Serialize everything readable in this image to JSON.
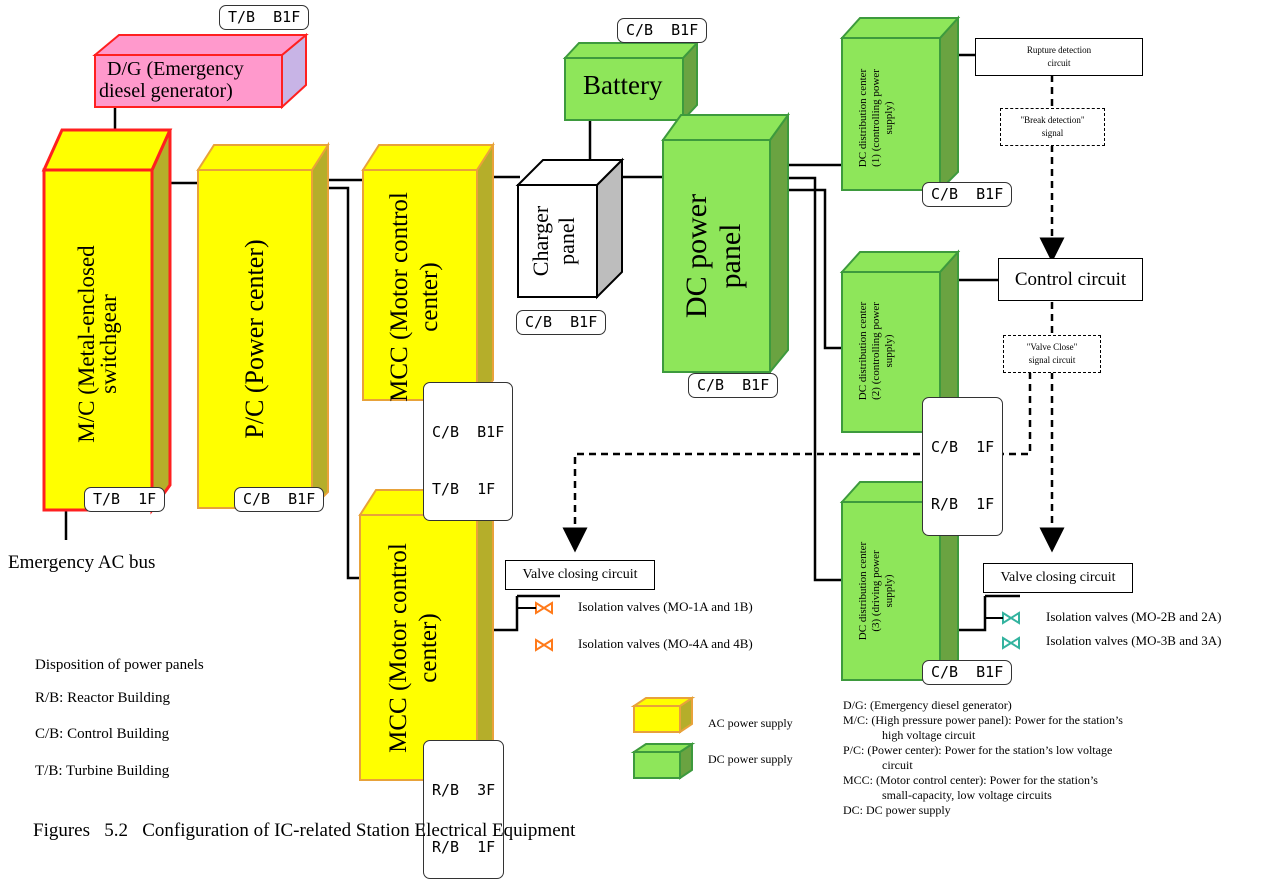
{
  "panels": {
    "mc": "M/C (Metal-enclosed switchgear",
    "pc": "P/C (Power center)",
    "mcc_upper": "MCC (Motor control center)",
    "mcc_lower": "MCC (Motor control center)",
    "charger": "Charger panel",
    "dc_power": "DC power panel",
    "battery": "Battery",
    "dg_line1": "D/G (Emergency",
    "dg_line2": "diesel generator)",
    "dc1": "DC distribution center (1) (controlling power supply)",
    "dc2": "DC distribution center (2) (controlling power supply)",
    "dc3": "DC distribution center (3) (driving power supply)"
  },
  "locations": {
    "dg": "T/B  B1F",
    "mc": "T/B  1F",
    "pc": "C/B  B1F",
    "mcc_upper_1": "C/B  B1F",
    "mcc_upper_2": "T/B  1F",
    "mcc_lower_1": "R/B  3F",
    "mcc_lower_2": "R/B  1F",
    "battery": "C/B  B1F",
    "charger": "C/B  B1F",
    "dc_power": "C/B  B1F",
    "dc1": "C/B  B1F",
    "dc2_1": "C/B  1F",
    "dc2_2": "R/B  1F",
    "dc3": "C/B  B1F"
  },
  "circuits": {
    "rupture_line1": "Rupture detection",
    "rupture_line2": "circuit",
    "break_line1": "\"Break detection\"",
    "break_line2": "signal",
    "control": "Control circuit",
    "valve_close_line1": "\"Valve Close\"",
    "valve_close_line2": "signal circuit",
    "valve_closing_left": "Valve closing circuit",
    "valve_closing_right": "Valve closing circuit"
  },
  "valves": {
    "mo1": "Isolation valves (MO-1A and 1B)",
    "mo4": "Isolation valves (MO-4A and 4B)",
    "mo2": "Isolation valves (MO-2B and 2A)",
    "mo3": "Isolation valves (MO-3B and 3A)"
  },
  "emergency_bus": "Emergency AC bus",
  "disposition": {
    "title": "Disposition of power panels",
    "rb": "R/B: Reactor Building",
    "cb": "C/B: Control Building",
    "tb": "T/B: Turbine Building"
  },
  "legend": {
    "ac": "AC power supply",
    "dc": "DC power supply"
  },
  "definitions": {
    "dg": "D/G: (Emergency diesel generator)",
    "mc_1": "M/C: (High pressure power panel): Power for the station’s",
    "mc_2": "high voltage circuit",
    "pc_1": "P/C: (Power center): Power for the station’s low voltage",
    "pc_2": "circuit",
    "mcc_1": "MCC: (Motor control center): Power for the station’s",
    "mcc_2": "small-capacity, low voltage circuits",
    "dc": "DC: DC power supply"
  },
  "caption": "Figures   5.2   Configuration of IC-related Station Electrical Equipment",
  "colors": {
    "ac_fill": "#ffff00",
    "ac_side": "#b5ae2a",
    "dc_fill": "#8ee65a",
    "dc_side": "#6aa341",
    "red_border": "#ff2020",
    "dg_fill": "#ff99cc",
    "valve_orange": "#ff7a1a",
    "valve_teal": "#33b39f"
  }
}
